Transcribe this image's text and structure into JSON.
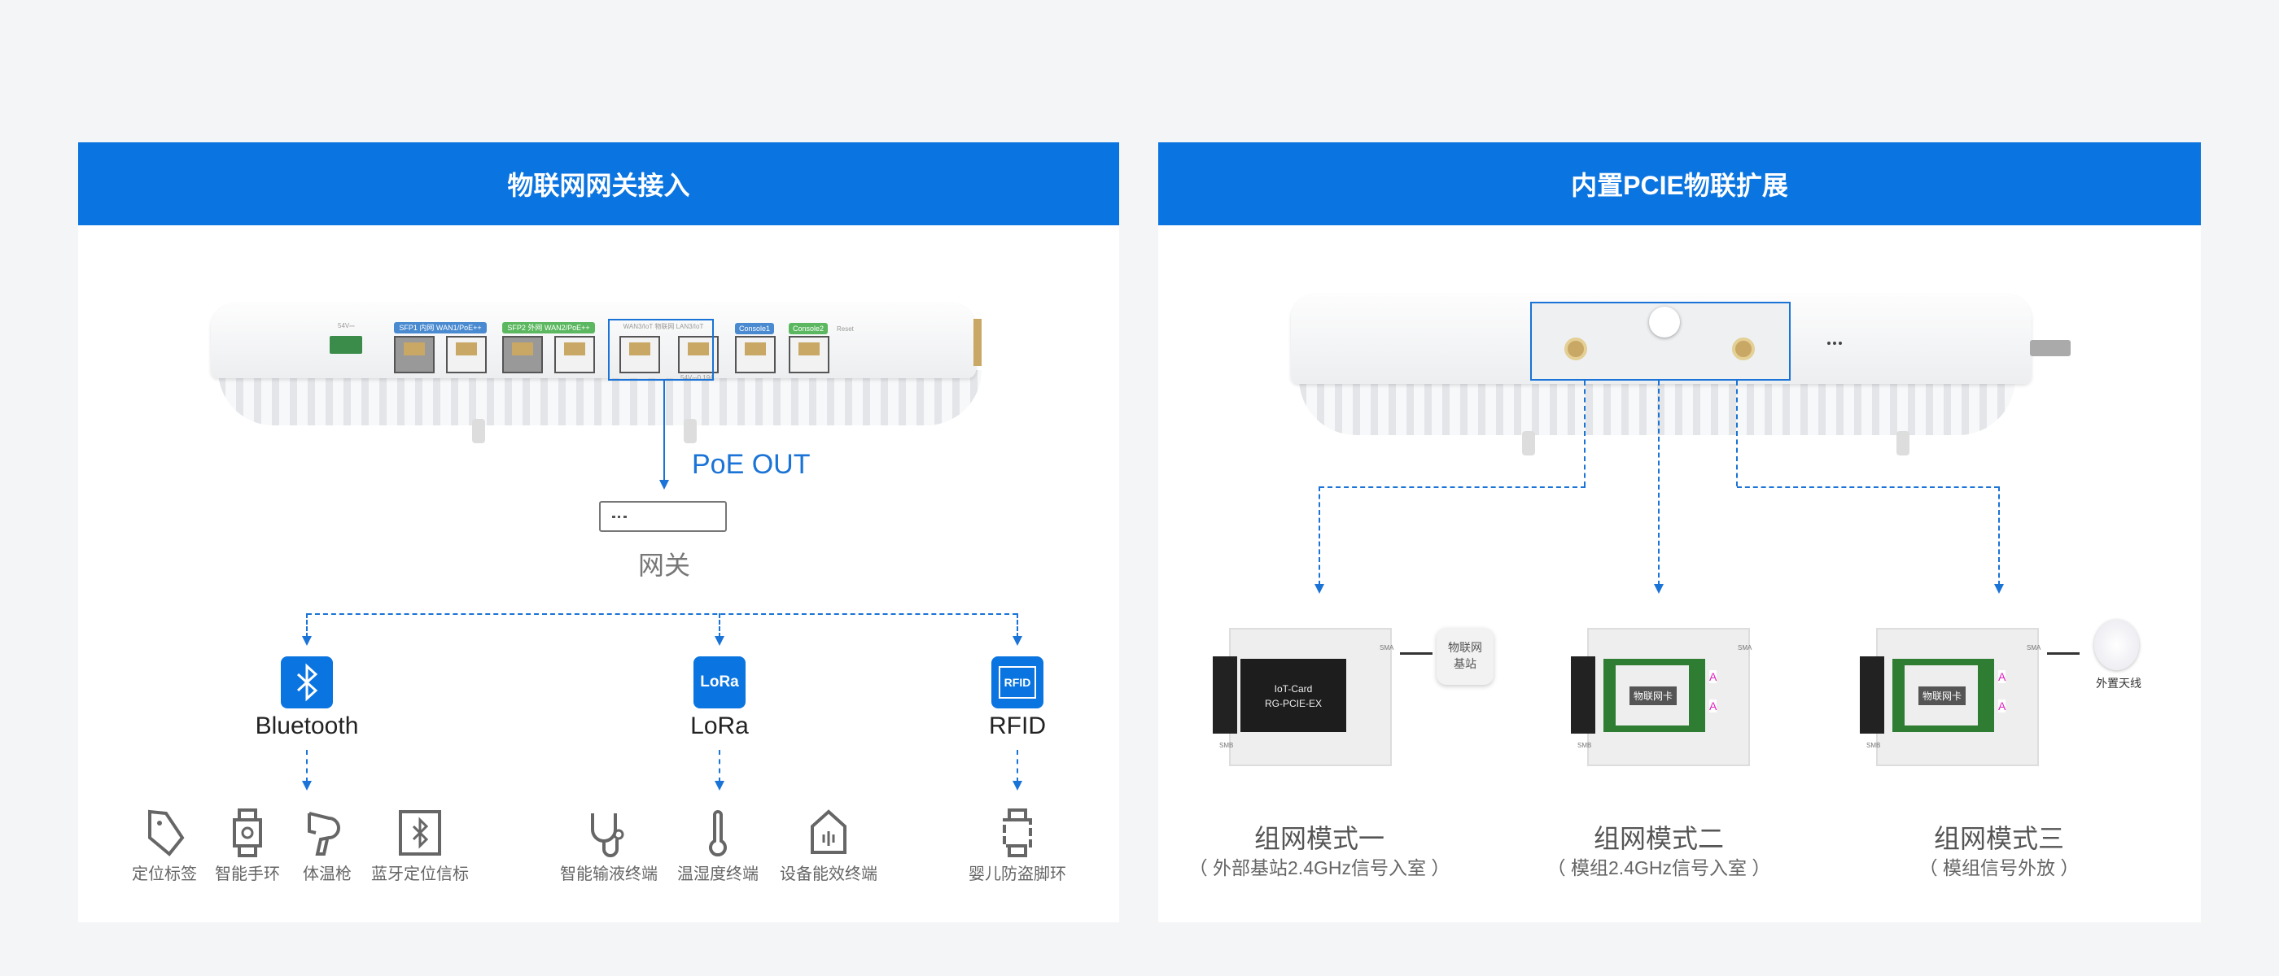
{
  "left_panel": {
    "title": "物联网网关接入",
    "device_labels": {
      "sfp1": "SFP1",
      "wan1": "WAN1/PoE++",
      "inner": "内网",
      "sfp2": "SFP2",
      "wan2": "WAN2/PoE++",
      "outer": "外网",
      "iot": "物联网",
      "wan3": "WAN3/IoT",
      "lan3": "LAN3/IoT",
      "power_out": "54V⎓0.19A",
      "console1": "Console1",
      "console2": "Console2",
      "reset": "Reset",
      "power_in": "54V⎓"
    },
    "poe_label": "PoE OUT",
    "gateway_label": "网关",
    "technologies": [
      {
        "name": "Bluetooth",
        "icon": "bluetooth-icon",
        "devices": [
          {
            "label": "定位标签",
            "icon": "tag-icon"
          },
          {
            "label": "智能手环",
            "icon": "smart-band-icon"
          },
          {
            "label": "体温枪",
            "icon": "thermometer-gun-icon"
          },
          {
            "label": "蓝牙定位信标",
            "icon": "bluetooth-beacon-icon"
          }
        ]
      },
      {
        "name": "LoRa",
        "icon": "lora-icon",
        "icon_text": "LoRa",
        "devices": [
          {
            "label": "智能输液终端",
            "icon": "stethoscope-icon"
          },
          {
            "label": "温湿度终端",
            "icon": "thermometer-icon"
          },
          {
            "label": "设备能效终端",
            "icon": "home-energy-icon"
          }
        ]
      },
      {
        "name": "RFID",
        "icon": "rfid-icon",
        "icon_text": "RFID",
        "devices": [
          {
            "label": "婴儿防盗脚环",
            "icon": "anklet-icon"
          }
        ]
      }
    ]
  },
  "right_panel": {
    "title": "内置PCIE物联扩展",
    "modes": [
      {
        "title": "组网模式一",
        "subtitle": "（ 外部基站2.4GHz信号入室 ）",
        "card_text": [
          "IoT-Card",
          "RG-PCIE-EX"
        ],
        "side_label": "物联网基站",
        "port_labels": [
          "SMB",
          "SMA"
        ]
      },
      {
        "title": "组网模式二",
        "subtitle": "（ 模组2.4GHz信号入室 ）",
        "card_text": [
          "物联网卡"
        ],
        "port_labels": [
          "SMB",
          "SMA"
        ],
        "marker": "A"
      },
      {
        "title": "组网模式三",
        "subtitle": "（ 模组信号外放 ）",
        "card_text": [
          "物联网卡"
        ],
        "side_label": "外置天线",
        "port_labels": [
          "SMB",
          "SMA"
        ],
        "marker": "A"
      }
    ]
  },
  "colors": {
    "accent": "#0a74e0",
    "background": "#f4f5f7"
  }
}
